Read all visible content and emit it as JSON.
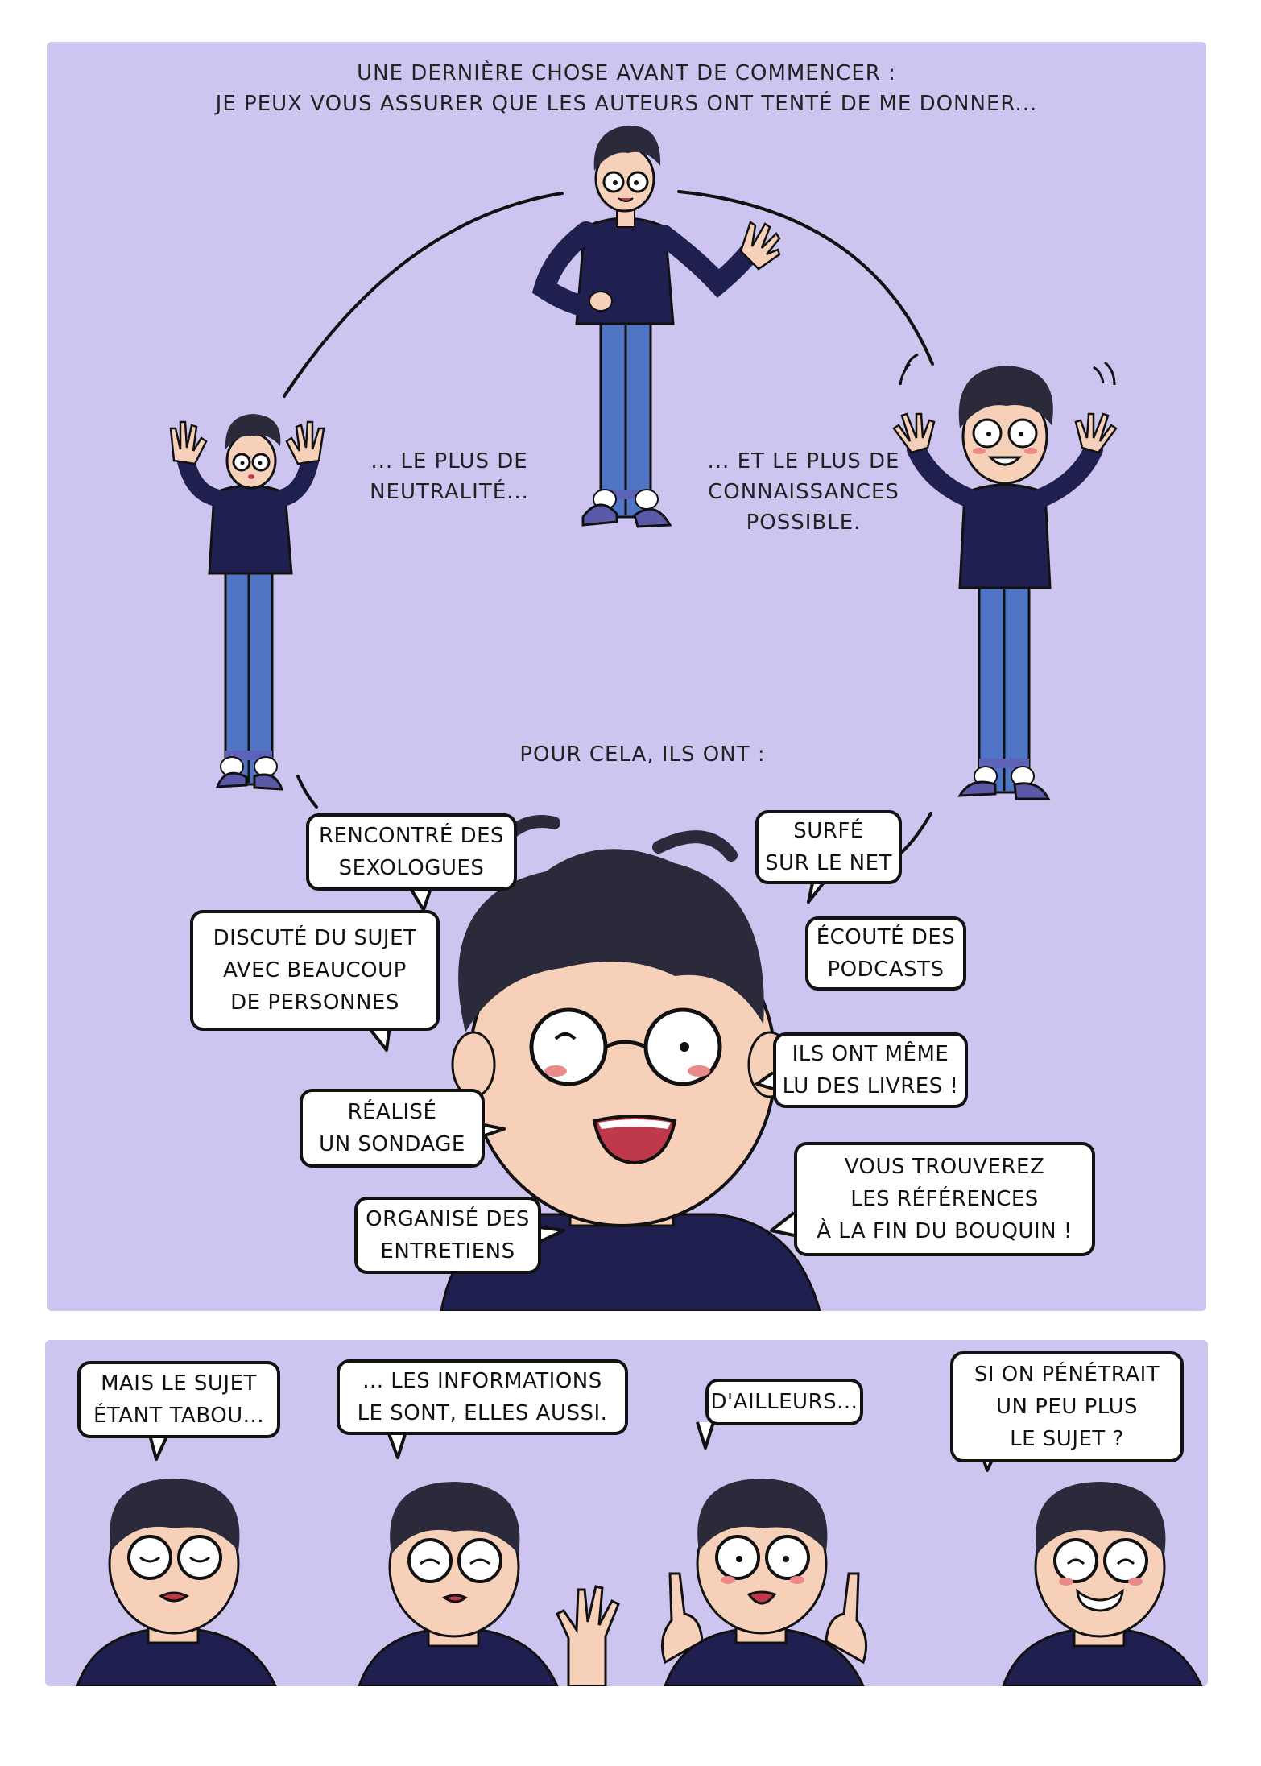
{
  "intro": {
    "line1": "UNE DERNIÈRE CHOSE AVANT DE COMMENCER :",
    "line2": "JE PEUX VOUS ASSURER QUE LES AUTEURS ONT TENTÉ DE ME DONNER..."
  },
  "left_caption": {
    "line1": "... LE PLUS DE",
    "line2": "NEUTRALITÉ..."
  },
  "right_caption": {
    "line1": "... ET LE PLUS DE",
    "line2": "CONNAISSANCES",
    "line3": "POSSIBLE."
  },
  "center_caption": "POUR CELA, ILS ONT :",
  "bubbles": {
    "sexologues": [
      "RENCONTRÉ DES",
      "SEXOLOGUES"
    ],
    "discute": [
      "DISCUTÉ DU SUJET",
      "AVEC BEAUCOUP",
      "DE PERSONNES"
    ],
    "sondage": [
      "RÉALISÉ",
      "UN SONDAGE"
    ],
    "entretiens": [
      "ORGANISÉ DES",
      "ENTRETIENS"
    ],
    "net": [
      "SURFÉ",
      "SUR LE NET"
    ],
    "podcasts": [
      "ÉCOUTÉ DES",
      "PODCASTS"
    ],
    "livres": [
      "ILS ONT MÊME",
      "LU DES LIVRES !"
    ],
    "references": [
      "VOUS TROUVEREZ",
      "LES RÉFÉRENCES",
      "À LA FIN DU BOUQUIN !"
    ]
  },
  "bottom_bubbles": {
    "b1": [
      "MAIS LE SUJET",
      "ÉTANT TABOU..."
    ],
    "b2": [
      "... LES INFORMATIONS",
      "LE SONT, ELLES AUSSI."
    ],
    "b3": [
      "D'AILLEURS..."
    ],
    "b4": [
      "SI ON PÉNÉTRAIT",
      "UN PEU PLUS",
      "LE SUJET ?"
    ]
  },
  "colors": {
    "panel": "#cdc4f0",
    "sweater": "#1f2050",
    "jeans": "#4f75c4",
    "shoes": "#5a5aa8",
    "skin": "#f6d0b8",
    "hair": "#2a2a3a"
  }
}
